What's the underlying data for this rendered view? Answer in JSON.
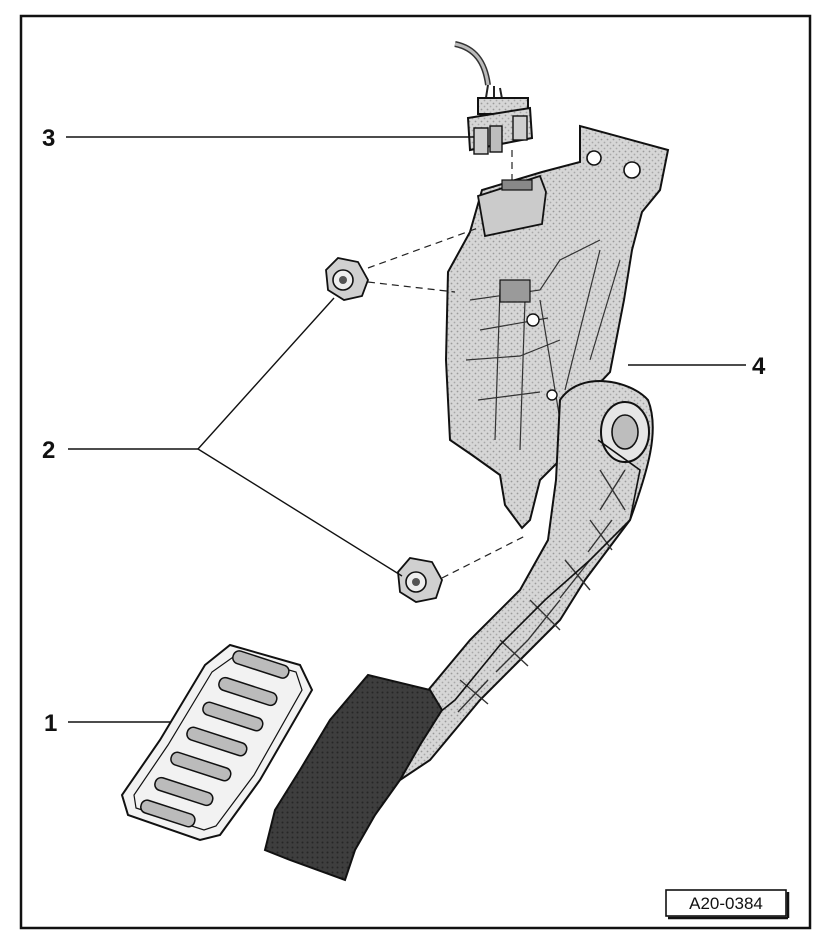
{
  "callouts": {
    "c1": "1",
    "c2": "2",
    "c3": "3",
    "c4": "4"
  },
  "figure_ref": "A20-0384",
  "colors": {
    "frame": "#111111",
    "part_fill": "#d9d9d9",
    "rubber_fill": "#3a3a3a",
    "background": "#ffffff"
  }
}
